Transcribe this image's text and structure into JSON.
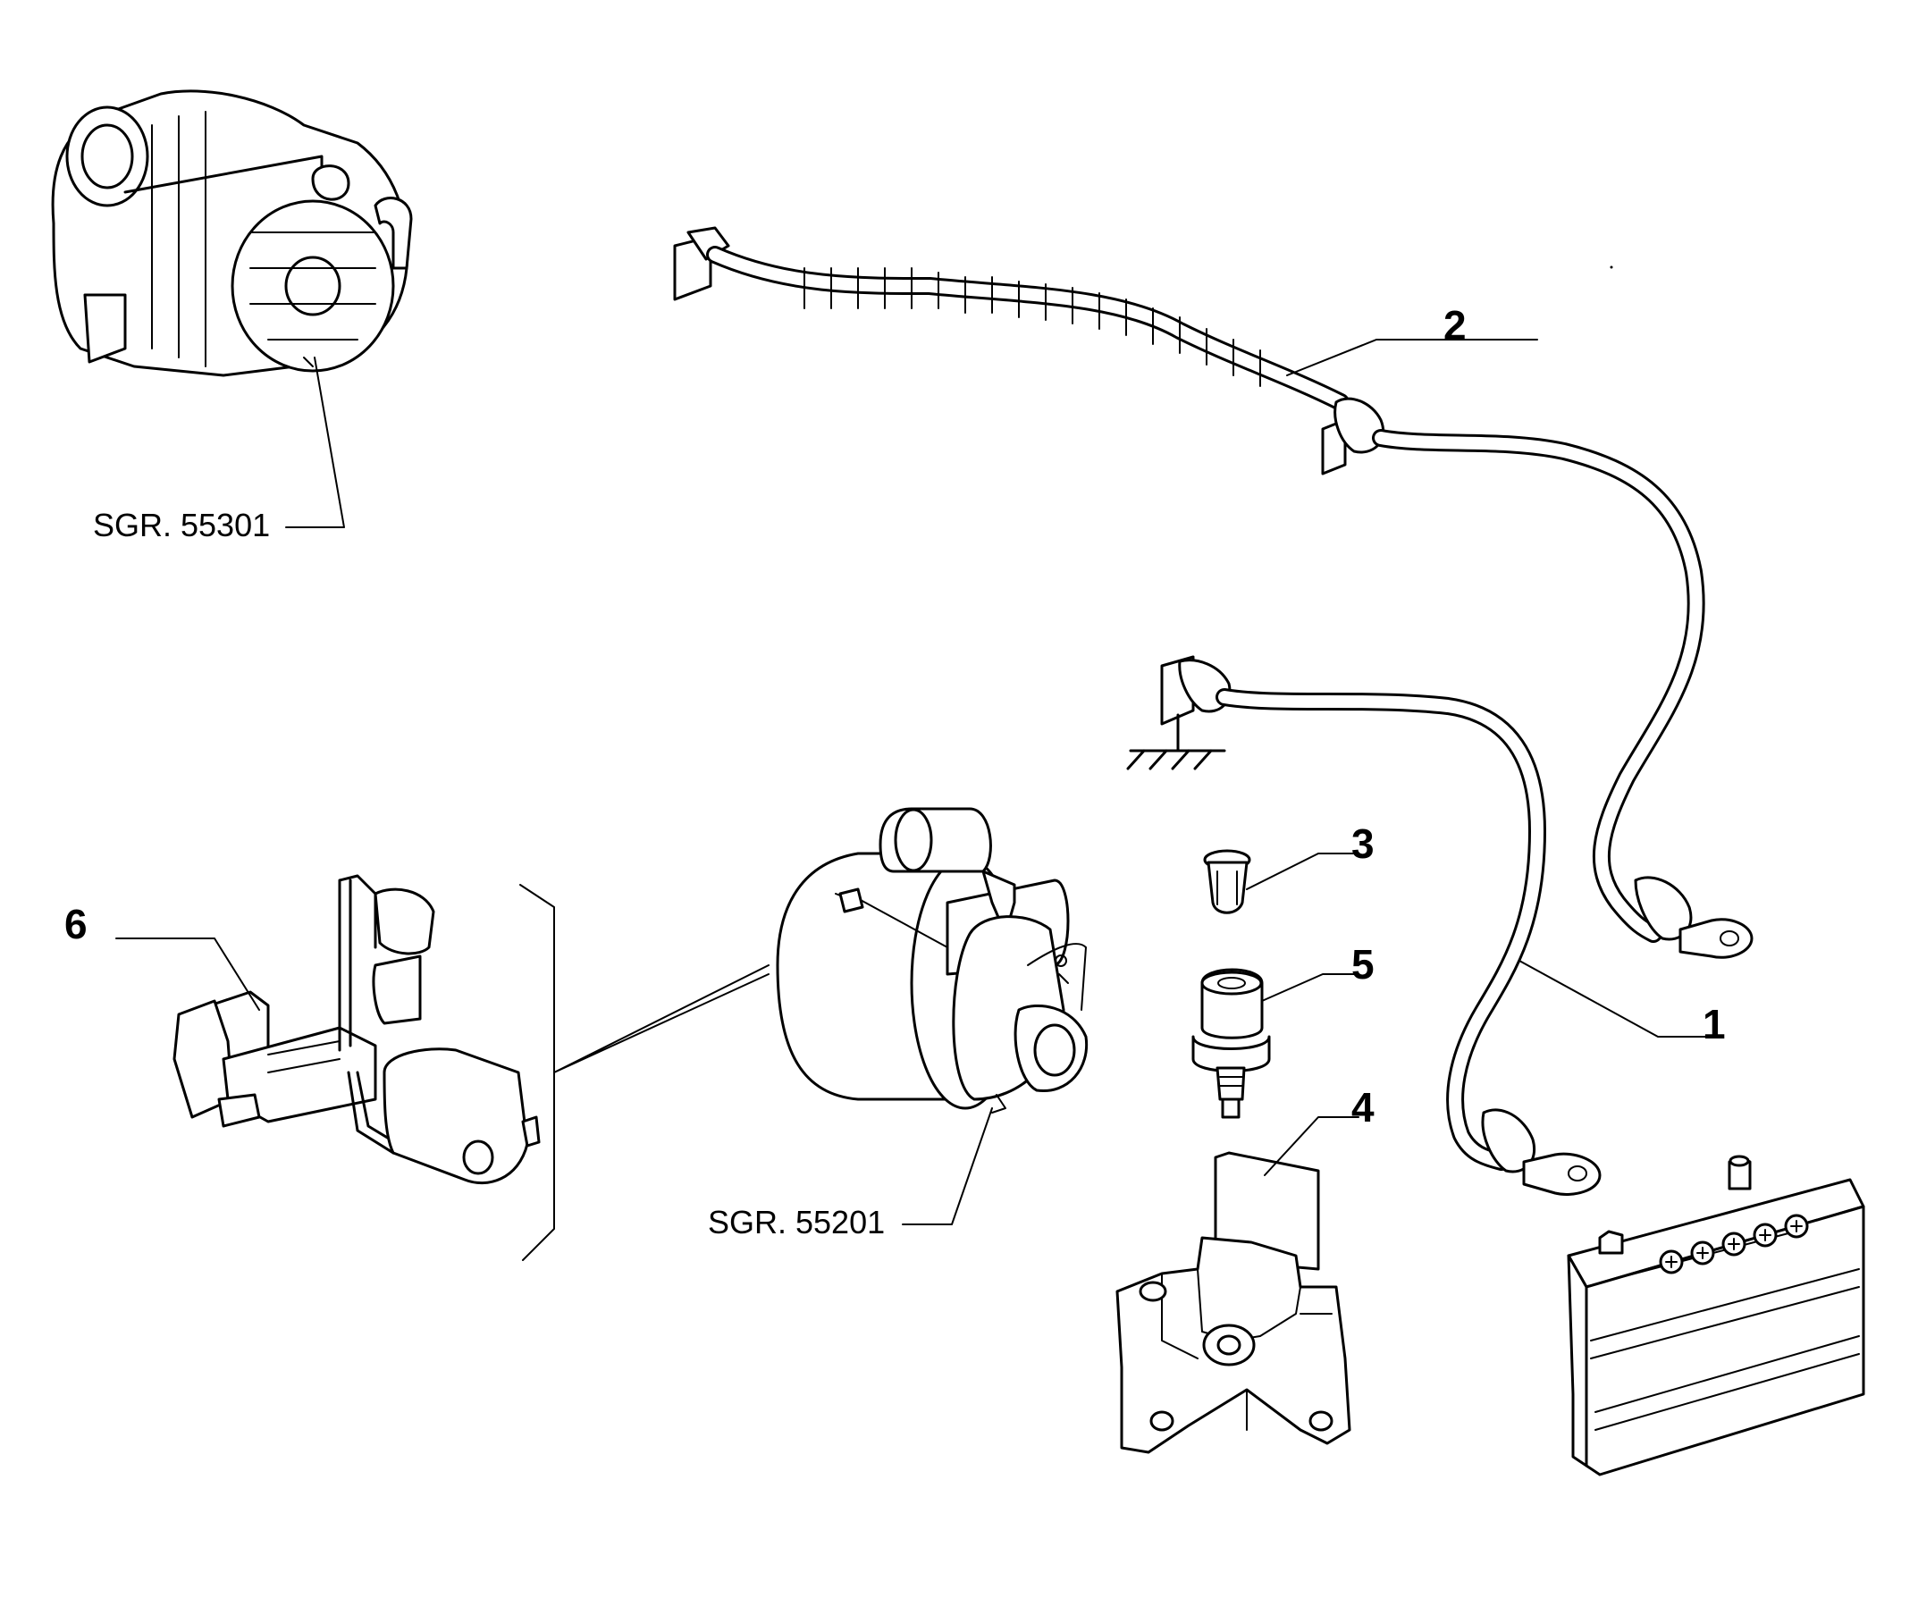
{
  "callouts": {
    "c1": "1",
    "c2": "2",
    "c3": "3",
    "c4": "4",
    "c5": "5",
    "c6": "6"
  },
  "subgroups": {
    "alternator": "SGR. 55301",
    "starter": "SGR. 55201"
  }
}
